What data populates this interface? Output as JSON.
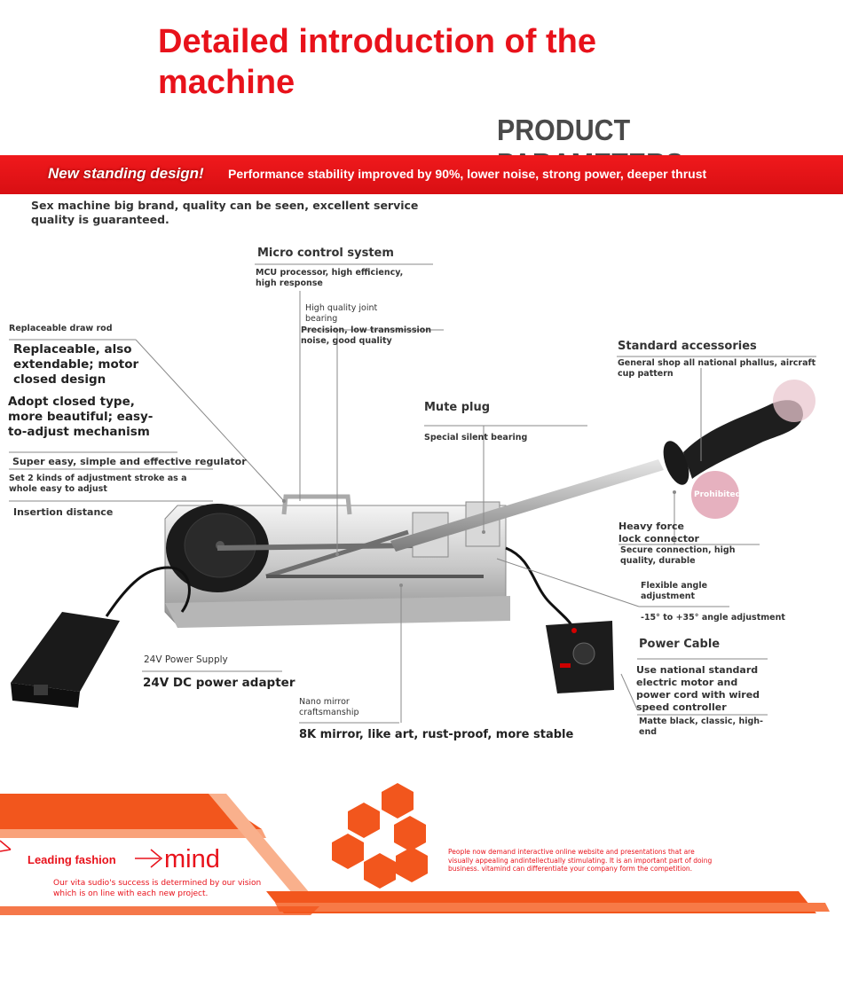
{
  "header": {
    "title": "Detailed introduction of the machine",
    "params_heading": "PRODUCT PARAMETERS"
  },
  "banner": {
    "lead": "New standing design!",
    "text": "Performance stability improved by 90%, lower noise, strong power, deeper thrust"
  },
  "intro": "Sex machine big brand, quality can be seen, excellent service quality is guaranteed.",
  "callouts": {
    "micro_title": "Micro control system",
    "micro_desc": "MCU processor, high efficiency, high response",
    "joint_title": "High quality joint bearing",
    "joint_desc": "Precision, low transmission noise, good quality",
    "rod_title": "Replaceable draw rod",
    "rod_desc": "Replaceable, also extendable; motor closed design",
    "adopt": "Adopt closed type, more beautiful; easy-to-adjust mechanism",
    "regulator": "Super easy, simple and effective regulator",
    "stroke": "Set 2 kinds of adjustment stroke as a whole easy to adjust",
    "insertion": "Insertion distance",
    "mute_title": "Mute plug",
    "mute_desc": "Special silent bearing",
    "acc_title": "Standard accessories",
    "acc_desc": "General shop all national phallus, aircraft cup pattern",
    "prohibited": "Prohibited",
    "lock_title": "Heavy force lock connector",
    "lock_desc": "Secure connection, high quality, durable",
    "angle_title": "Flexible angle adjustment",
    "angle_desc": "-15° to +35° angle adjustment",
    "cable_title": "Power Cable",
    "cable_desc": "Use national standard electric motor and power cord with wired speed controller",
    "matte": "Matte black, classic, high-end",
    "supply_title": "24V Power Supply",
    "supply_desc": "24V DC power adapter",
    "mirror_title": "Nano mirror craftsmanship",
    "mirror_desc": "8K mirror, like art, rust-proof, more stable"
  },
  "footer": {
    "leading": "Leading fashion",
    "mind": "mind",
    "vita": "Our vita sudio's success is determined by our vision which is on line with each new project.",
    "people": "People now demand interactive online website and presentations that are visually appealing andintellectually stimulating. It is an important part of doing business. vitamind can differentiate your company form the competition."
  },
  "colors": {
    "accent": "#e8121b",
    "footer_orange": "#f2561d",
    "heading_gray": "#4a4a4a"
  }
}
